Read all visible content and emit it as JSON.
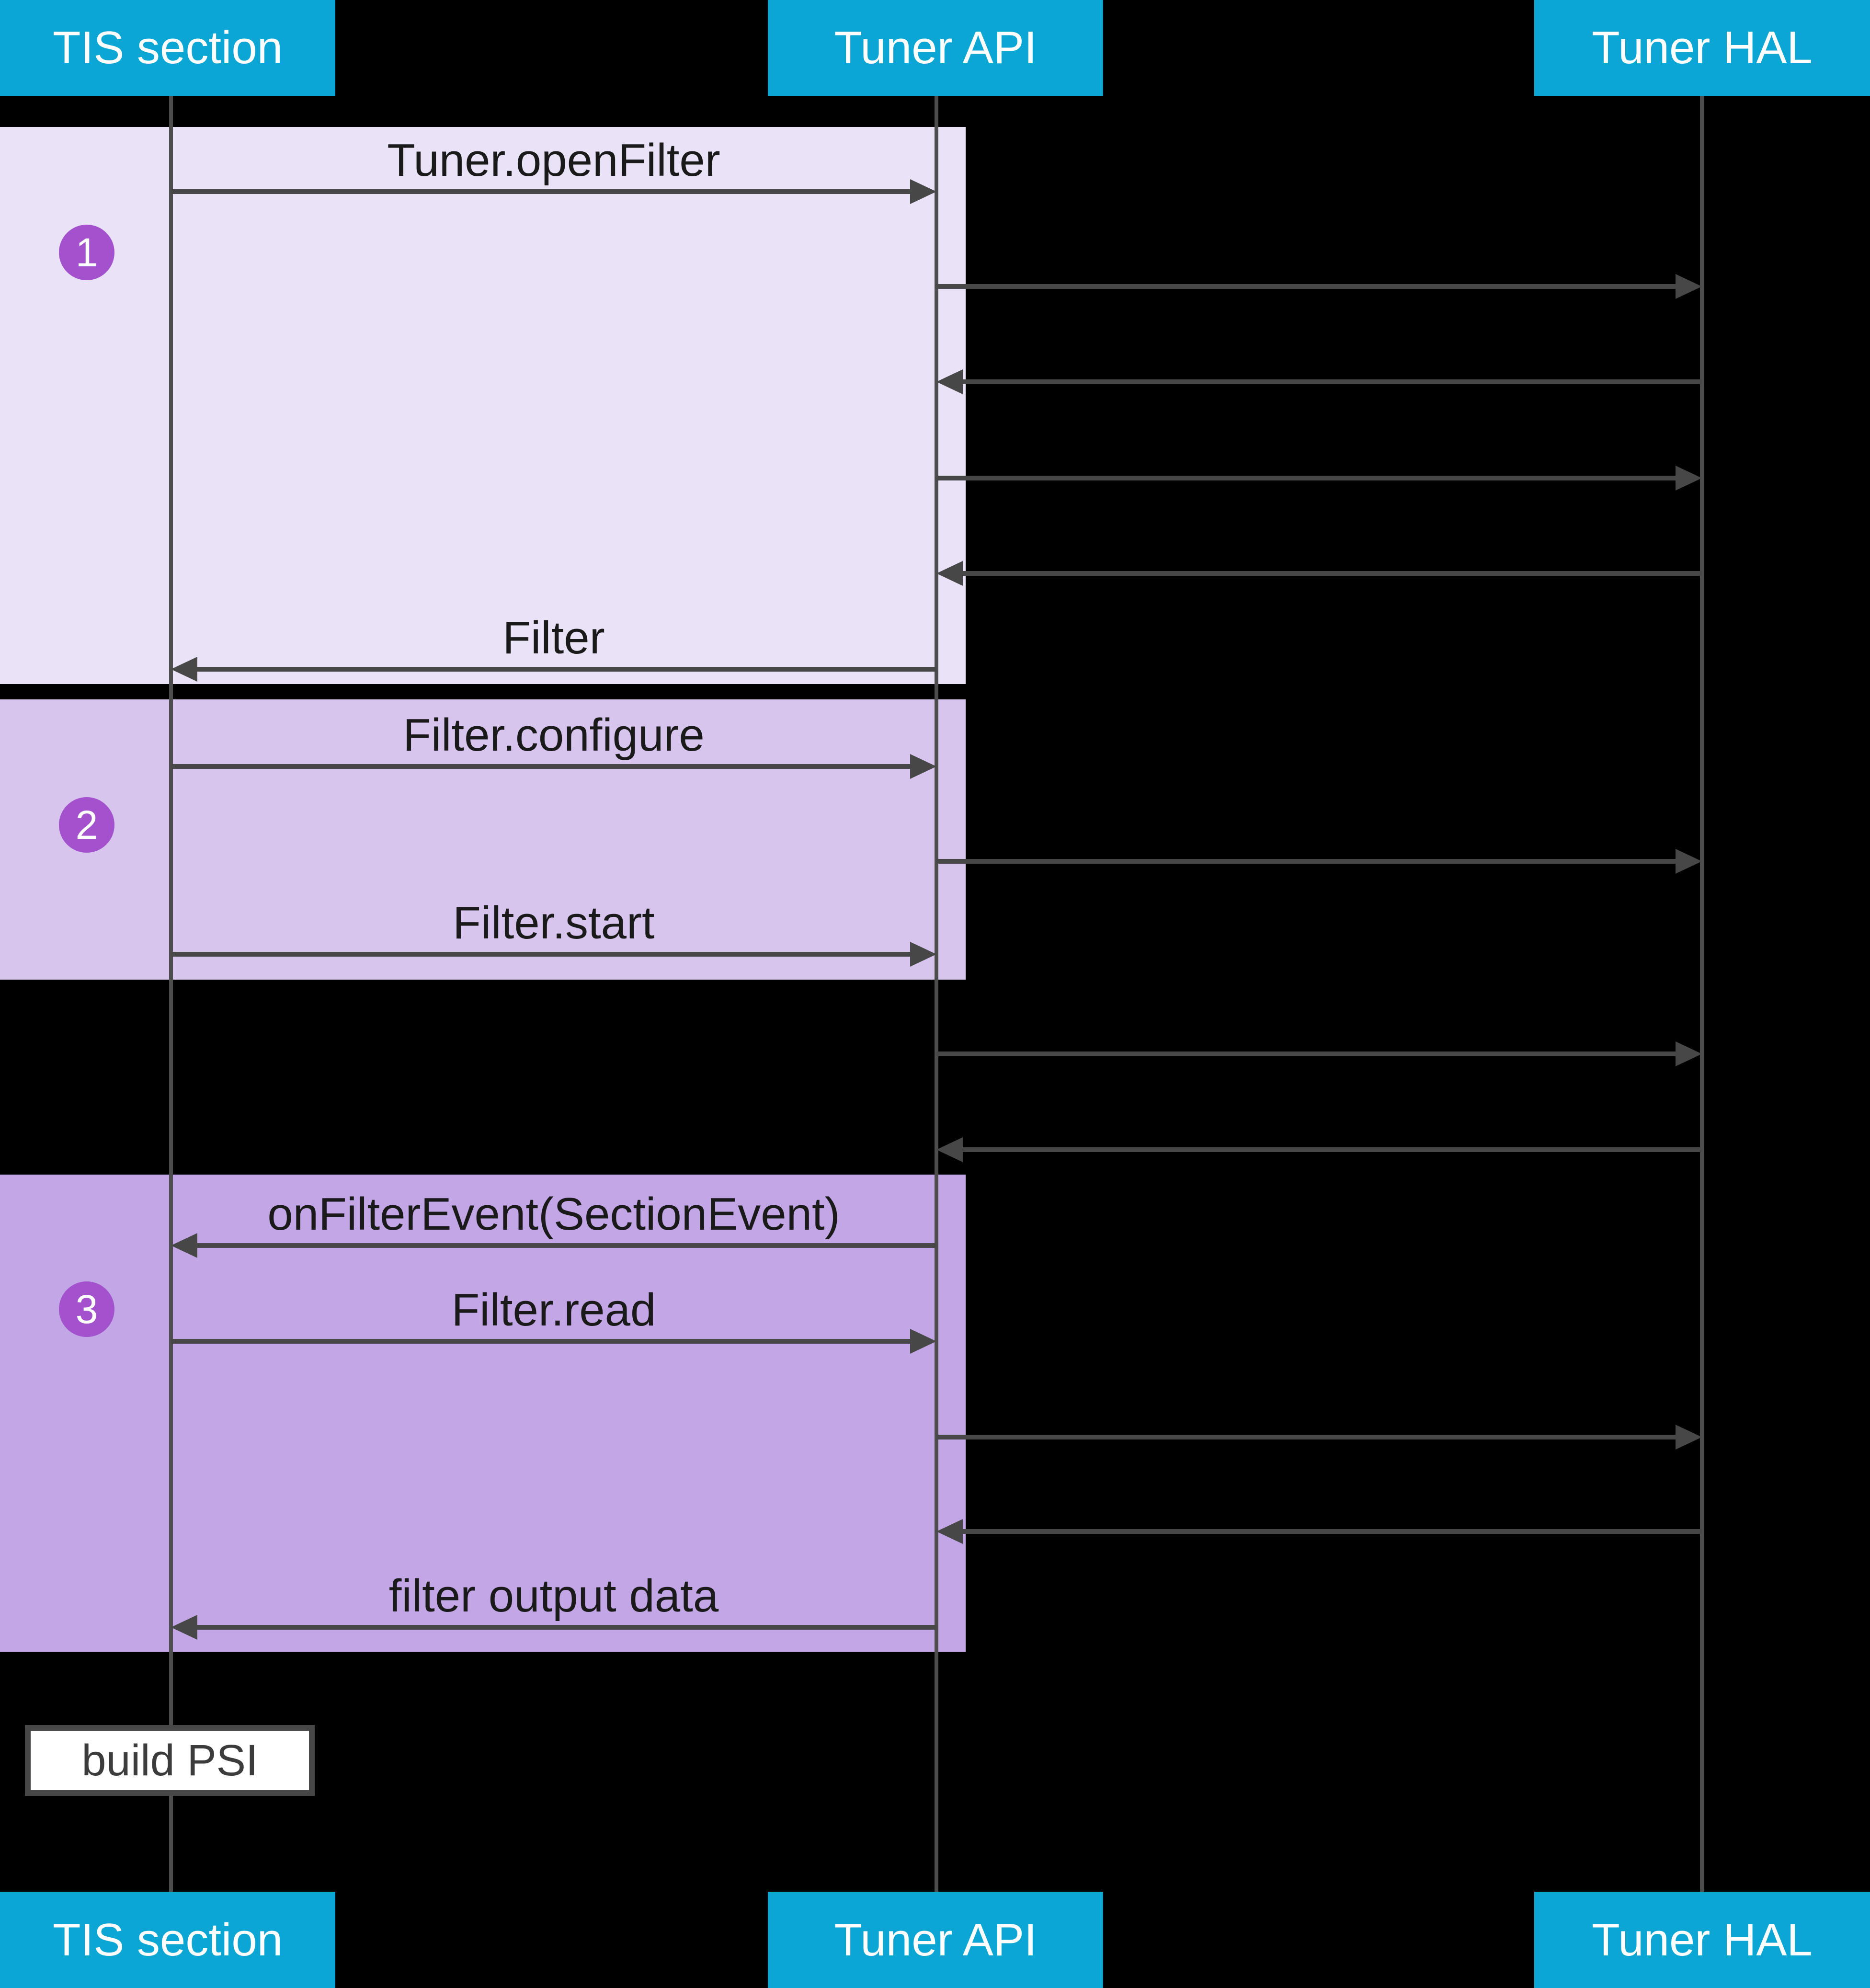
{
  "participants": {
    "tis": "TIS section",
    "api": "Tuner API",
    "hal": "Tuner HAL"
  },
  "steps": {
    "s1": "1",
    "s2": "2",
    "s3": "3"
  },
  "messages": {
    "open_filter": "Tuner.openFilter",
    "filter_return": "Filter",
    "configure": "Filter.configure",
    "start": "Filter.start",
    "on_filter_event": "onFilterEvent(SectionEvent)",
    "read": "Filter.read",
    "output": "filter output data"
  },
  "note": {
    "label": "build PSI"
  },
  "colors": {
    "participant": "#0ca6d4",
    "participant_text": "#ffffff",
    "block_step1": "#eae3f7",
    "block_step2": "#d7c5ee",
    "block_step3": "#c3a6e6",
    "step_badge": "#a351cc",
    "arrow": "#474747",
    "lifeline": "#4d4d4d",
    "background": "#000000",
    "note_bg": "#ffffff",
    "note_border": "#474747",
    "label_text": "#1a1a1a",
    "note_text": "#3c3c3c"
  }
}
